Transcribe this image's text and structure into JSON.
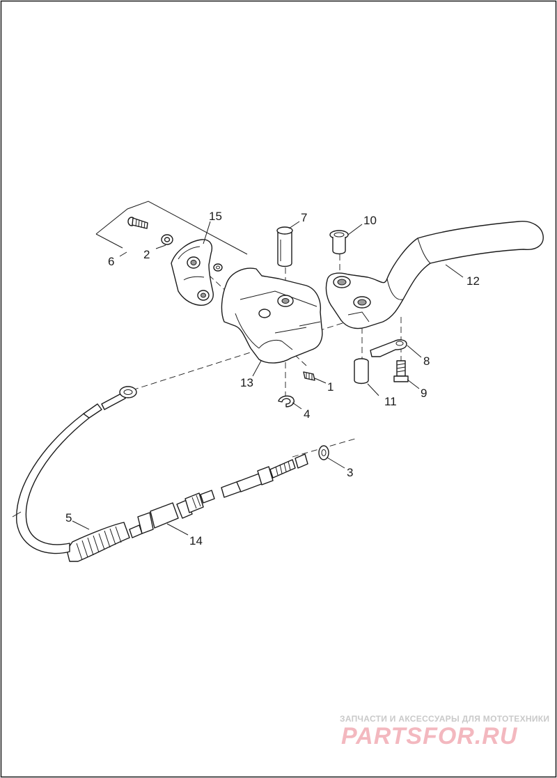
{
  "callouts": {
    "c1": "1",
    "c2": "2",
    "c3": "3",
    "c4": "4",
    "c5": "5",
    "c6": "6",
    "c7": "7",
    "c8": "8",
    "c9": "9",
    "c10": "10",
    "c11": "11",
    "c12": "12",
    "c13": "13",
    "c14": "14",
    "c15": "15"
  },
  "watermark": {
    "tagline": "ЗАПЧАСТИ И АКСЕССУАРЫ ДЛЯ МОТОТЕХНИКИ",
    "logo": "PARTSFOR.RU"
  },
  "colors": {
    "line": "#1a1a1a",
    "background": "#ffffff",
    "watermark_text": "#c9c9c9",
    "watermark_logo": "#f3b8bf"
  }
}
